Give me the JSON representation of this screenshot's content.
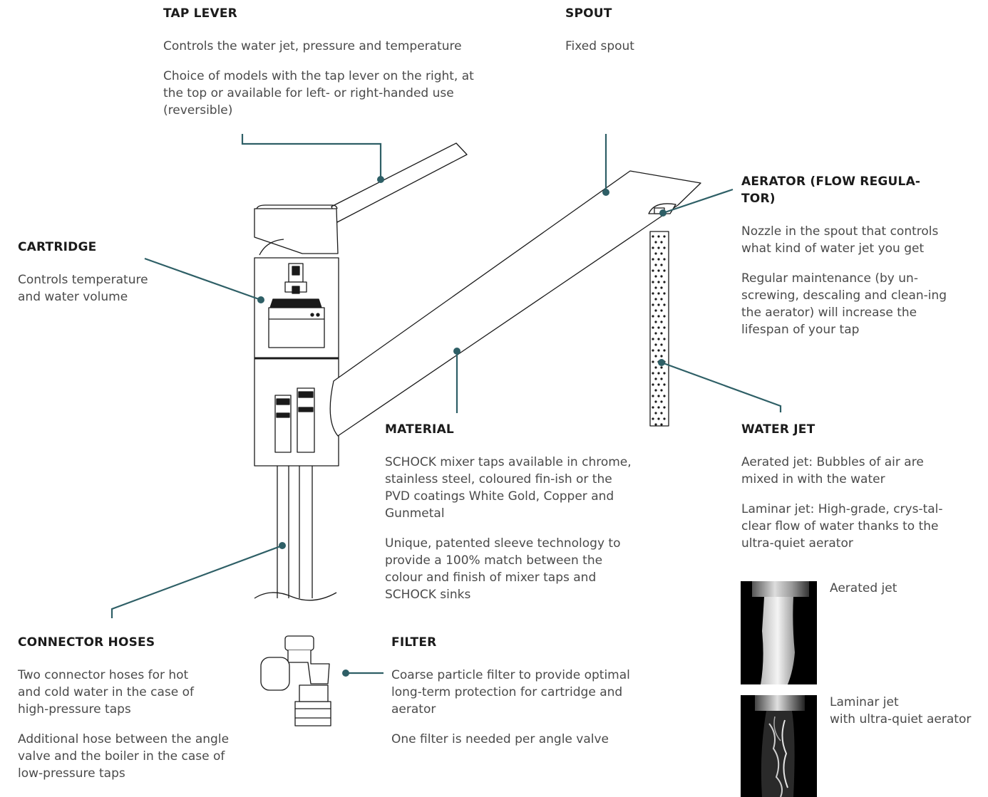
{
  "colors": {
    "accent": "#2e5f66",
    "outline": "#1a1a1a",
    "text": "#4a4a4a",
    "heading": "#1b1b1b"
  },
  "tap_lever": {
    "title": "TAP LEVER",
    "p1": "Controls the water jet, pressure and temperature",
    "p2": "Choice of models with the tap lever on the right, at the top or available for left- or right-handed use (reversible)"
  },
  "spout": {
    "title": "SPOUT",
    "p1": "Fixed spout"
  },
  "aerator": {
    "title_line1": "AERATOR (FLOW REGULA-",
    "title_line2": "TOR)",
    "p1": "Nozzle in the spout that controls what kind of water jet you get",
    "p2": "Regular maintenance (by un-screwing, descaling and clean-ing the aerator) will increase the lifespan of your tap"
  },
  "cartridge": {
    "title": "CARTRIDGE",
    "p1": "Controls temperature and water volume"
  },
  "material": {
    "title": "MATERIAL",
    "p1": "SCHOCK mixer taps available in chrome, stainless steel, coloured fin-ish or the PVD coatings White Gold, Copper and Gunmetal",
    "p2": "Unique, patented sleeve technology to provide a 100% match between the colour and finish of mixer taps and SCHOCK sinks"
  },
  "water_jet": {
    "title": "WATER JET",
    "p1": "Aerated jet: Bubbles of air are mixed in with the water",
    "p2": "Laminar jet: High-grade, crys-tal-clear flow of water thanks to the ultra-quiet aerator"
  },
  "connector_hoses": {
    "title": "CONNECTOR HOSES",
    "p1": "Two connector hoses for hot and cold water in the case of high-pressure taps",
    "p2": "Additional hose between the angle valve and the boiler in the case of low-pressure taps"
  },
  "filter": {
    "title": "FILTER",
    "p1": "Coarse particle filter to provide optimal long-term protection for cartridge and aerator",
    "p2": "One filter is needed per angle valve"
  },
  "photos": {
    "aerated_caption": "Aerated jet",
    "laminar_caption_line1": "Laminar jet",
    "laminar_caption_line2": "with ultra-quiet aerator"
  }
}
